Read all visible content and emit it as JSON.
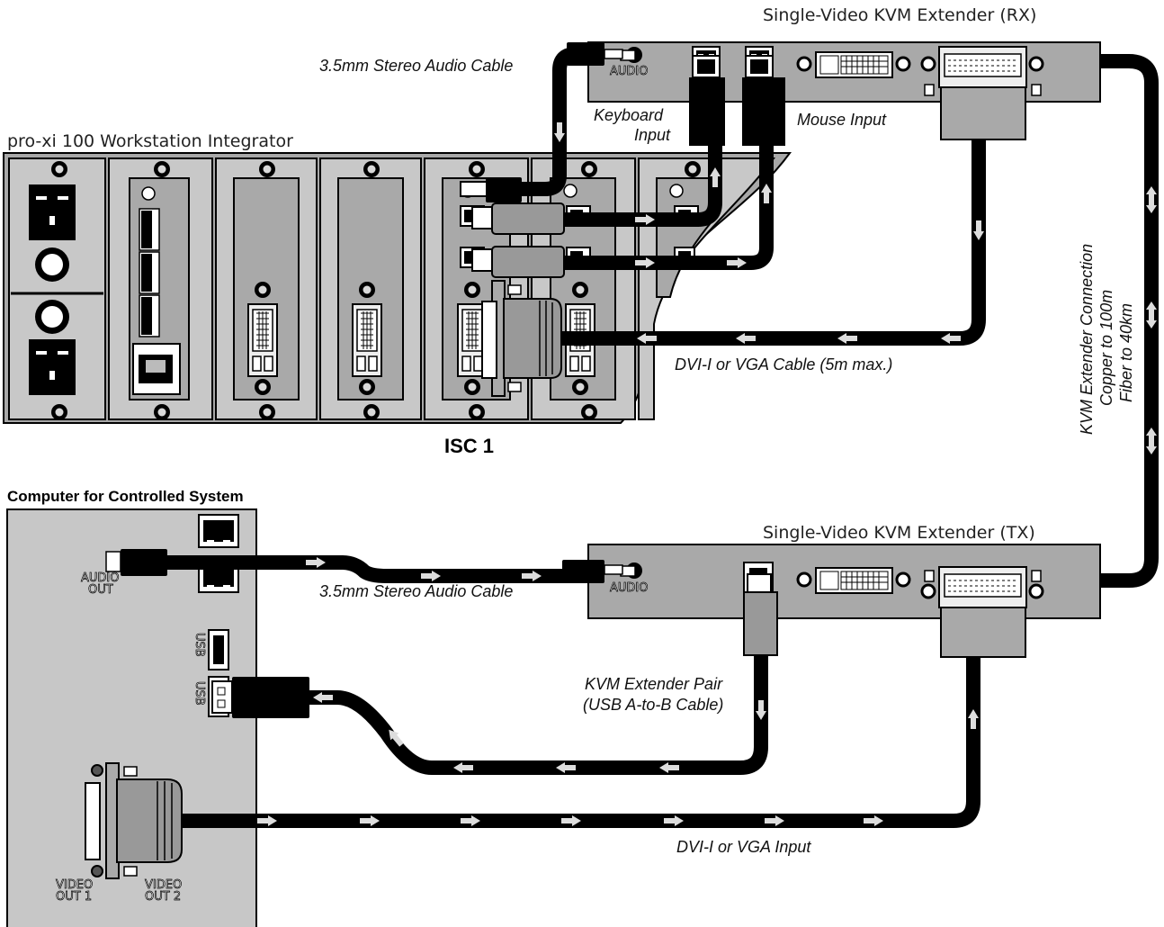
{
  "labels": {
    "rx_title": "Single-Video KVM Extender (RX)",
    "tx_title": "Single-Video KVM Extender (TX)",
    "chassis_title": "pro-xi 100 Workstation Integrator",
    "isc": "ISC 1",
    "computer_title": "Computer for Controlled System",
    "audio_top": "3.5mm Stereo Audio Cable",
    "audio_bottom": "3.5mm Stereo Audio Cable",
    "keyboard_line1": "Keyboard",
    "keyboard_line2": "Input",
    "mouse": "Mouse Input",
    "dvi_top": "DVI-I or VGA Cable (5m max.)",
    "dvi_bottom": "DVI-I or VGA Input",
    "kvm_pair_line1": "KVM Extender Pair",
    "kvm_pair_line2": "(USB A-to-B Cable)",
    "ext_line1": "KVM Extender Connection",
    "ext_line2": "Copper to 100m",
    "ext_line3": "Fiber to 40km",
    "port_audio_rx": "AUDIO",
    "port_audio_tx": "AUDIO",
    "audio_out_1": "AUDIO",
    "audio_out_2": "OUT",
    "usb1": "USB",
    "usb2": "USB",
    "video_out1_a": "VIDEO",
    "video_out1_b": "OUT 1",
    "video_out2_a": "VIDEO",
    "video_out2_b": "OUT 2"
  },
  "colors": {
    "device": "#a9a9a9",
    "chassis": "#b3b3b3",
    "cable": "#000000",
    "arrow": "#dddddd",
    "panel": "#c7c7c7"
  }
}
